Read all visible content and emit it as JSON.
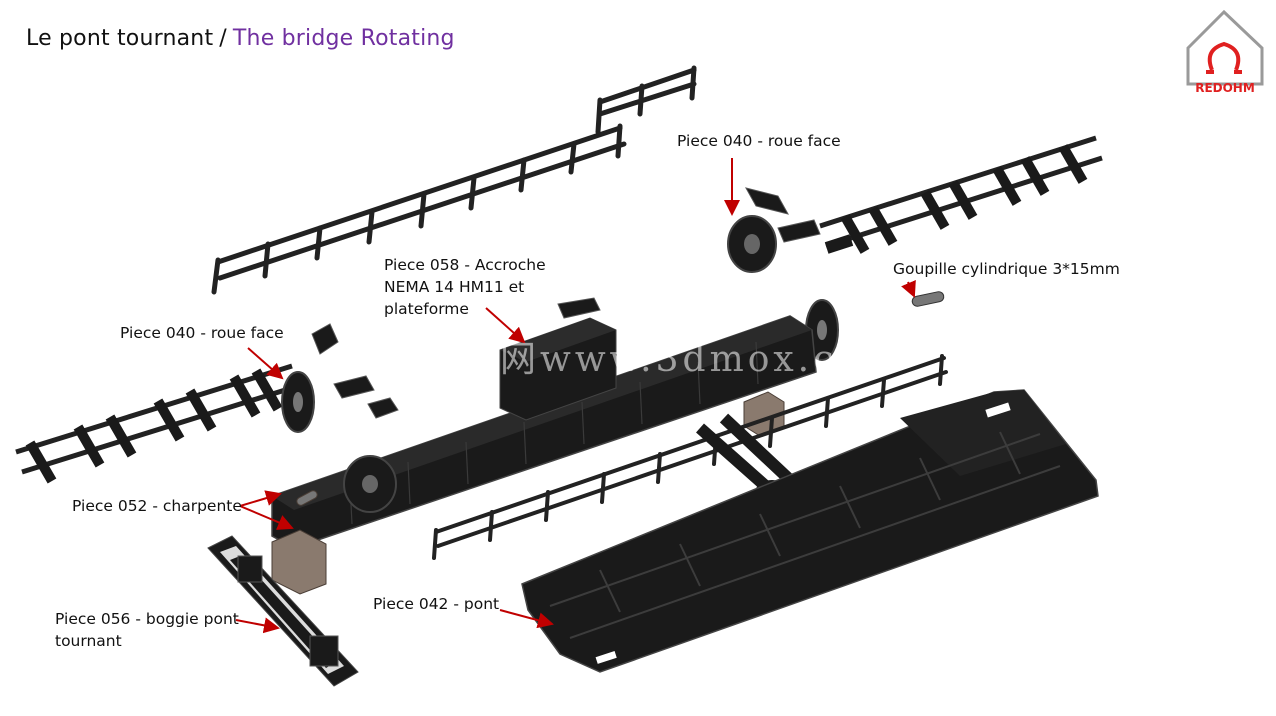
{
  "title": {
    "fr": "Le pont tournant",
    "separator": "/",
    "en": "The bridge Rotating"
  },
  "logo": {
    "text": "REDOHM",
    "icon": "omega-house-icon"
  },
  "watermark": "网www.3dmox.com",
  "labels": {
    "piece040_top": "Piece 040 - roue face",
    "piece058_line1": "Piece 058 - Accroche",
    "piece058_line2": "NEMA 14 HM11 et",
    "piece058_line3": "plateforme",
    "goupille": "Goupille cylindrique 3*15mm",
    "piece040_left": "Piece 040 - roue face",
    "piece052": "Piece 052 - charpente",
    "piece056_line1": "Piece 056 - boggie pont",
    "piece056_line2": "tournant",
    "piece042": "Piece 042 - pont"
  },
  "colors": {
    "part": "#1a1a1a",
    "part_edge": "#444444",
    "bracket": "#8a7a6e",
    "arrow": "#c00000",
    "title_en": "#7030a0",
    "logo_red": "#e02020"
  }
}
